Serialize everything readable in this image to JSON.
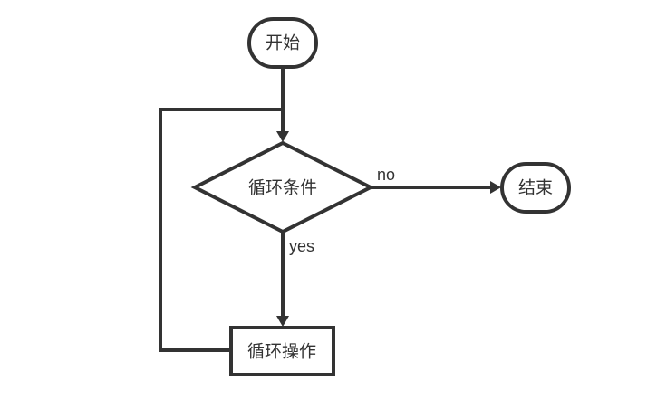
{
  "nodes": {
    "start": {
      "label": "开始",
      "shape": "terminal"
    },
    "condition": {
      "label": "循环条件",
      "shape": "decision"
    },
    "operation": {
      "label": "循环操作",
      "shape": "process"
    },
    "end": {
      "label": "结束",
      "shape": "terminal"
    }
  },
  "edges": {
    "start_to_condition": {
      "from": "start",
      "to": "condition",
      "label": ""
    },
    "condition_to_end": {
      "from": "condition",
      "to": "end",
      "label": "no"
    },
    "condition_to_operation": {
      "from": "condition",
      "to": "operation",
      "label": "yes"
    },
    "operation_loop_back": {
      "from": "operation",
      "to": "condition",
      "label": ""
    }
  },
  "colors": {
    "stroke": "#333333",
    "fill": "#ffffff",
    "text": "#333333"
  }
}
